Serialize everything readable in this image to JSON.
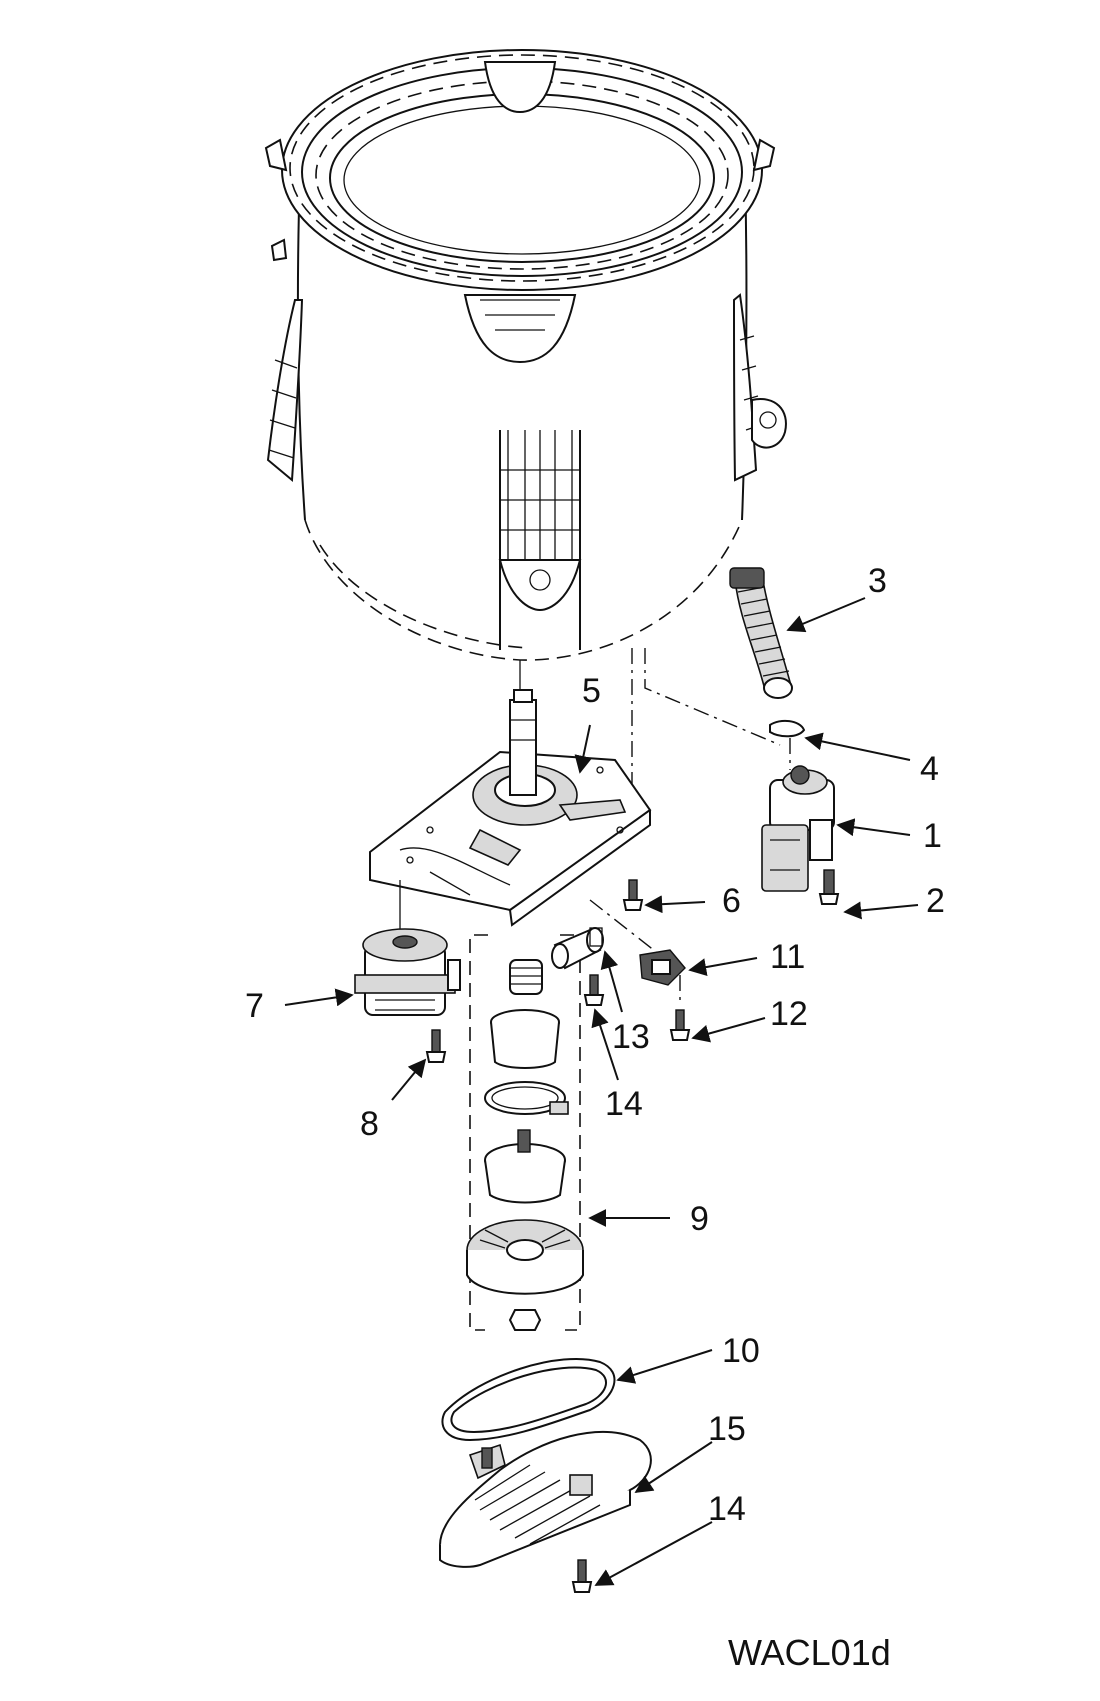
{
  "diagram": {
    "code": "WACL01d",
    "callouts": [
      "1",
      "2",
      "3",
      "4",
      "5",
      "6",
      "7",
      "8",
      "9",
      "10",
      "11",
      "12",
      "13",
      "14",
      "14",
      "15"
    ]
  },
  "colors": {
    "ink": "#111111",
    "fill": "#ffffff",
    "shade": "#d9d9d9"
  }
}
